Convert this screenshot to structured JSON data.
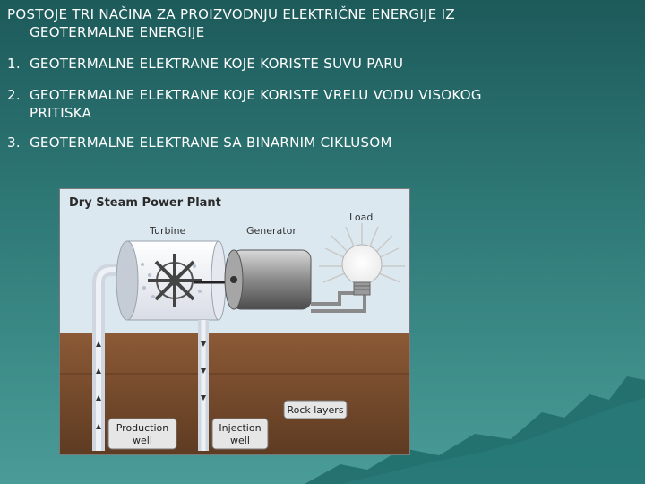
{
  "slide": {
    "title_line1": "POSTOJE TRI NAČINA ZA PROIZVODNJU ELEKTRIČNE ENERGIJE IZ",
    "title_line2": "GEOTERMALNE ENERGIJE",
    "items": [
      {
        "num": "1.",
        "line1": "GEOTERMALNE ELEKTRANE KOJE KORISTE SUVU PARU",
        "line2": ""
      },
      {
        "num": "2.",
        "line1": "GEOTERMALNE ELEKTRANE KOJE KORISTE VRELU VODU VISOKOG",
        "line2": "PRITISKA"
      },
      {
        "num": "3.",
        "line1": "GEOTERMALNE ELEKTRANE SA BINARNIM CIKLUSOM",
        "line2": ""
      }
    ]
  },
  "figure": {
    "title": "Dry Steam Power Plant",
    "labels": {
      "turbine": "Turbine",
      "generator": "Generator",
      "load": "Load",
      "rock_layers": "Rock layers",
      "production_well_1": "Production",
      "production_well_2": "well",
      "injection_well_1": "Injection",
      "injection_well_2": "well"
    }
  }
}
